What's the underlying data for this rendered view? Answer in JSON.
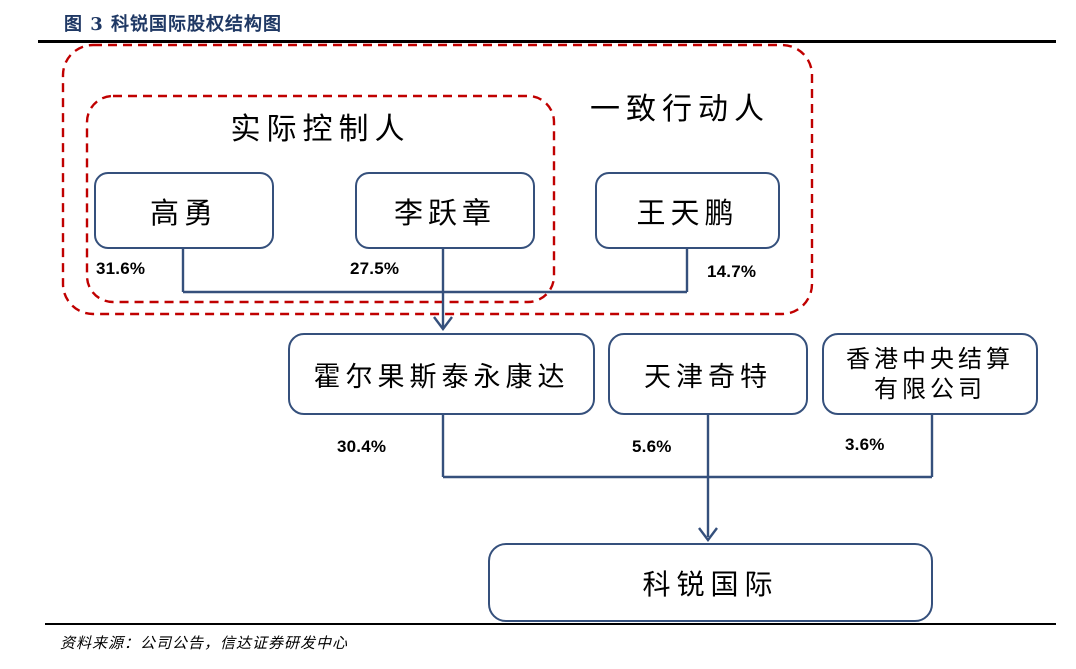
{
  "title": "图 3 科锐国际股权结构图",
  "source": "资料来源：公司公告，信达证券研发中心",
  "colors": {
    "line_navy": "#35507C",
    "title_navy": "#1F3864",
    "group_outline_red": "#C00000",
    "text_black": "#000000",
    "rule_black": "#000000"
  },
  "groups": {
    "actual_controller_label": "实际控制人",
    "concerted_actors_label": "一致行动人"
  },
  "shareholders_top": [
    {
      "name": "高勇",
      "pct": "31.6%"
    },
    {
      "name": "李跃章",
      "pct": "27.5%"
    },
    {
      "name": "王天鹏",
      "pct": "14.7%"
    }
  ],
  "shareholders_mid": [
    {
      "name": "霍尔果斯泰永康达",
      "pct": "30.4%"
    },
    {
      "name": "天津奇特",
      "pct": "5.6%"
    },
    {
      "name": "香港中央结算有限公司",
      "name_lines": [
        "香港中央结算",
        "有限公司"
      ],
      "pct": "3.6%"
    }
  ],
  "company": {
    "name": "科锐国际"
  }
}
